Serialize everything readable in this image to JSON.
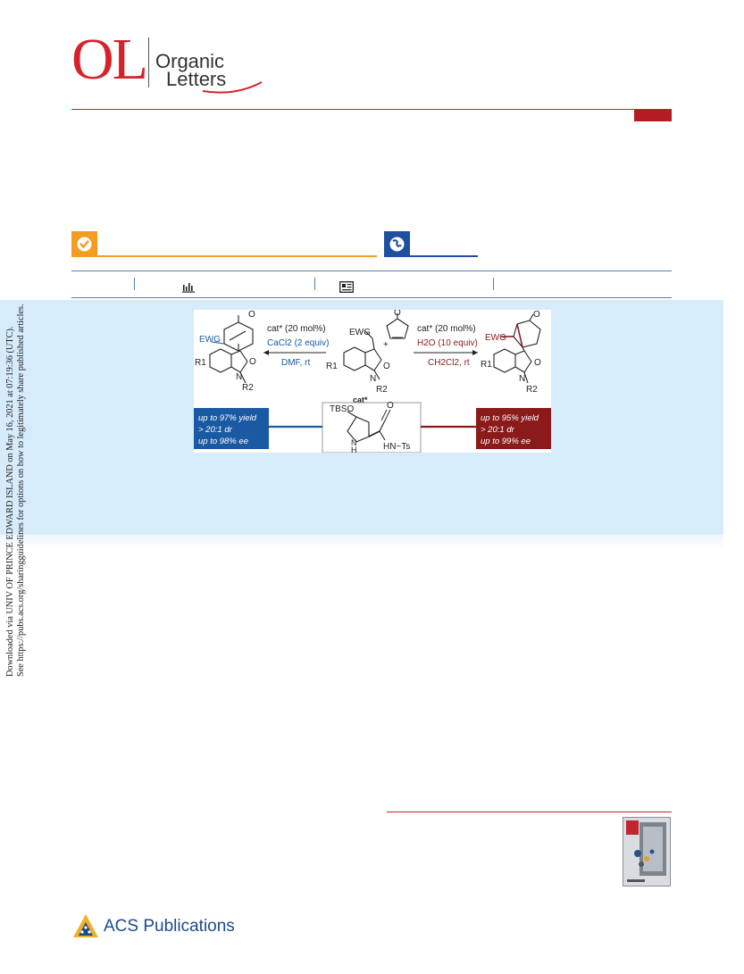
{
  "journal": {
    "logo_abbrev": "OL",
    "logo_word1": "Organic",
    "logo_word2": "Letters"
  },
  "sidebar": {
    "line1": "Downloaded via UNIV OF PRINCE EDWARD ISLAND on May 16, 2021 at 07:19:36 (UTC).",
    "line2": "See https://pubs.acs.org/sharingguidelines for options on how to legitimately share published articles."
  },
  "toc_graphic": {
    "left": {
      "catalyst_loading": "cat* (20 mol%)",
      "additive": "CaCl2 (2 equiv)",
      "conditions": "DMF, rt",
      "product_group_ewg": "EWG",
      "r1": "R1",
      "r2": "R2",
      "ketone_o": "O",
      "lactam_o": "O",
      "n": "N",
      "results": [
        "up to 97% yield",
        "> 20:1 dr",
        "up to 98% ee"
      ]
    },
    "center": {
      "reactant_ewg": "EWG",
      "plus": "+",
      "r1": "R1",
      "r2": "R2",
      "enone_o": "O",
      "lactam_o": "O",
      "n": "N",
      "catalyst_label": "cat*",
      "catalyst_tbso": "TBSO",
      "catalyst_nh": "N",
      "catalyst_h": "H",
      "catalyst_o": "O",
      "catalyst_hnts": "HN−Ts"
    },
    "right": {
      "catalyst_loading": "cat* (20 mol%)",
      "additive": "H2O (10 equiv)",
      "conditions": "CH2Cl2, rt",
      "product_group_ewg": "EWG",
      "r1": "R1",
      "r2": "R2",
      "ketone_o": "O",
      "lactam_o": "O",
      "n": "N",
      "results": [
        "up to 95% yield",
        "> 20:1 dr",
        "up to 99% ee"
      ]
    }
  },
  "publisher": {
    "name": "ACS Publications"
  },
  "colors": {
    "brand_red": "#d6232b",
    "abstract_bg": "#d6ecfa",
    "left_path_blue": "#1a5aa3",
    "right_path_red": "#8b1a1a",
    "open_access_orange": "#f39c1f",
    "open_access_blue": "#1f4fa0"
  },
  "icons": [
    "check-circle-icon",
    "globe-icon",
    "bar-chart-icon",
    "newspaper-icon",
    "acs-logo-icon"
  ]
}
